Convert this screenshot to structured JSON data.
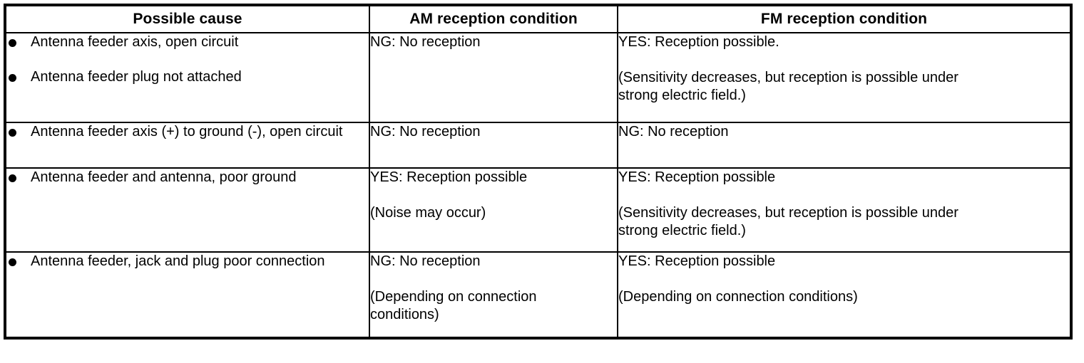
{
  "table": {
    "headers": [
      {
        "label": "Possible cause"
      },
      {
        "label": "AM reception condition"
      },
      {
        "label": "FM reception condition"
      }
    ],
    "rows": [
      {
        "causes": [
          "Antenna feeder axis, open circuit",
          "Antenna feeder plug not attached"
        ],
        "am": {
          "primary": "NG: No reception",
          "note_line1": "",
          "note_line2": ""
        },
        "fm": {
          "primary": "YES: Reception possible.",
          "note_line1": "(Sensitivity decreases, but reception is possible under",
          "note_line2": "strong electric field.)"
        }
      },
      {
        "causes": [
          "Antenna feeder axis (+) to ground (-), open circuit"
        ],
        "am": {
          "primary": "NG: No reception",
          "note_line1": "",
          "note_line2": ""
        },
        "fm": {
          "primary": "NG: No reception",
          "note_line1": "",
          "note_line2": ""
        }
      },
      {
        "causes": [
          "Antenna feeder and antenna, poor ground"
        ],
        "am": {
          "primary": "YES: Reception possible",
          "note_line1": "(Noise may occur)",
          "note_line2": ""
        },
        "fm": {
          "primary": "YES: Reception possible",
          "note_line1": "(Sensitivity decreases, but reception is possible under",
          "note_line2": "strong electric field.)"
        }
      },
      {
        "causes": [
          "Antenna feeder, jack and plug poor connection"
        ],
        "am": {
          "primary": "NG: No reception",
          "note_line1": "(Depending on connection",
          "note_line2": "conditions)"
        },
        "fm": {
          "primary": "YES: Reception possible",
          "note_line1": "(Depending on connection conditions)",
          "note_line2": ""
        }
      }
    ]
  },
  "colors": {
    "border": "#000000",
    "text": "#000000",
    "background": "#ffffff"
  }
}
